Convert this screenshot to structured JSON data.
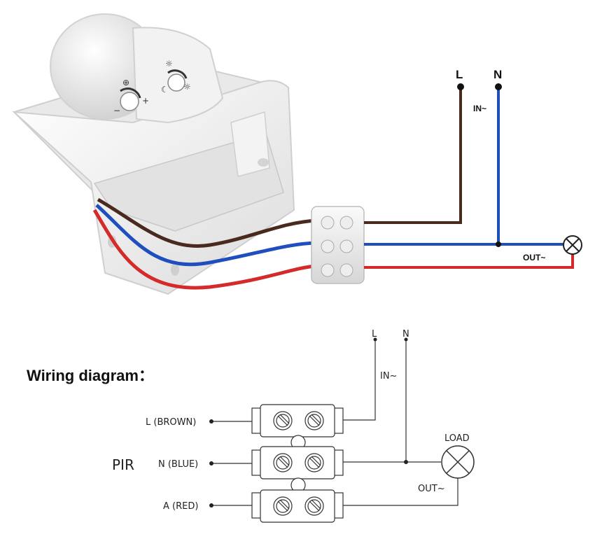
{
  "photo": {
    "labels": {
      "L": "L",
      "N": "N",
      "in": "IN~",
      "out": "OUT~"
    },
    "wire_colors": {
      "brown": "#4a2a1e",
      "blue": "#1f4fbf",
      "red": "#d42a2a"
    }
  },
  "diagram": {
    "title": "Wiring diagram：",
    "top_labels": {
      "L": "L",
      "N": "N"
    },
    "in_label": "IN~",
    "out_label": "OUT~",
    "load_label": "LOAD",
    "device_label": "PIR",
    "terminals": [
      {
        "label": "L (BROWN)"
      },
      {
        "label": "N (BLUE)"
      },
      {
        "label": "A (RED)"
      }
    ]
  }
}
